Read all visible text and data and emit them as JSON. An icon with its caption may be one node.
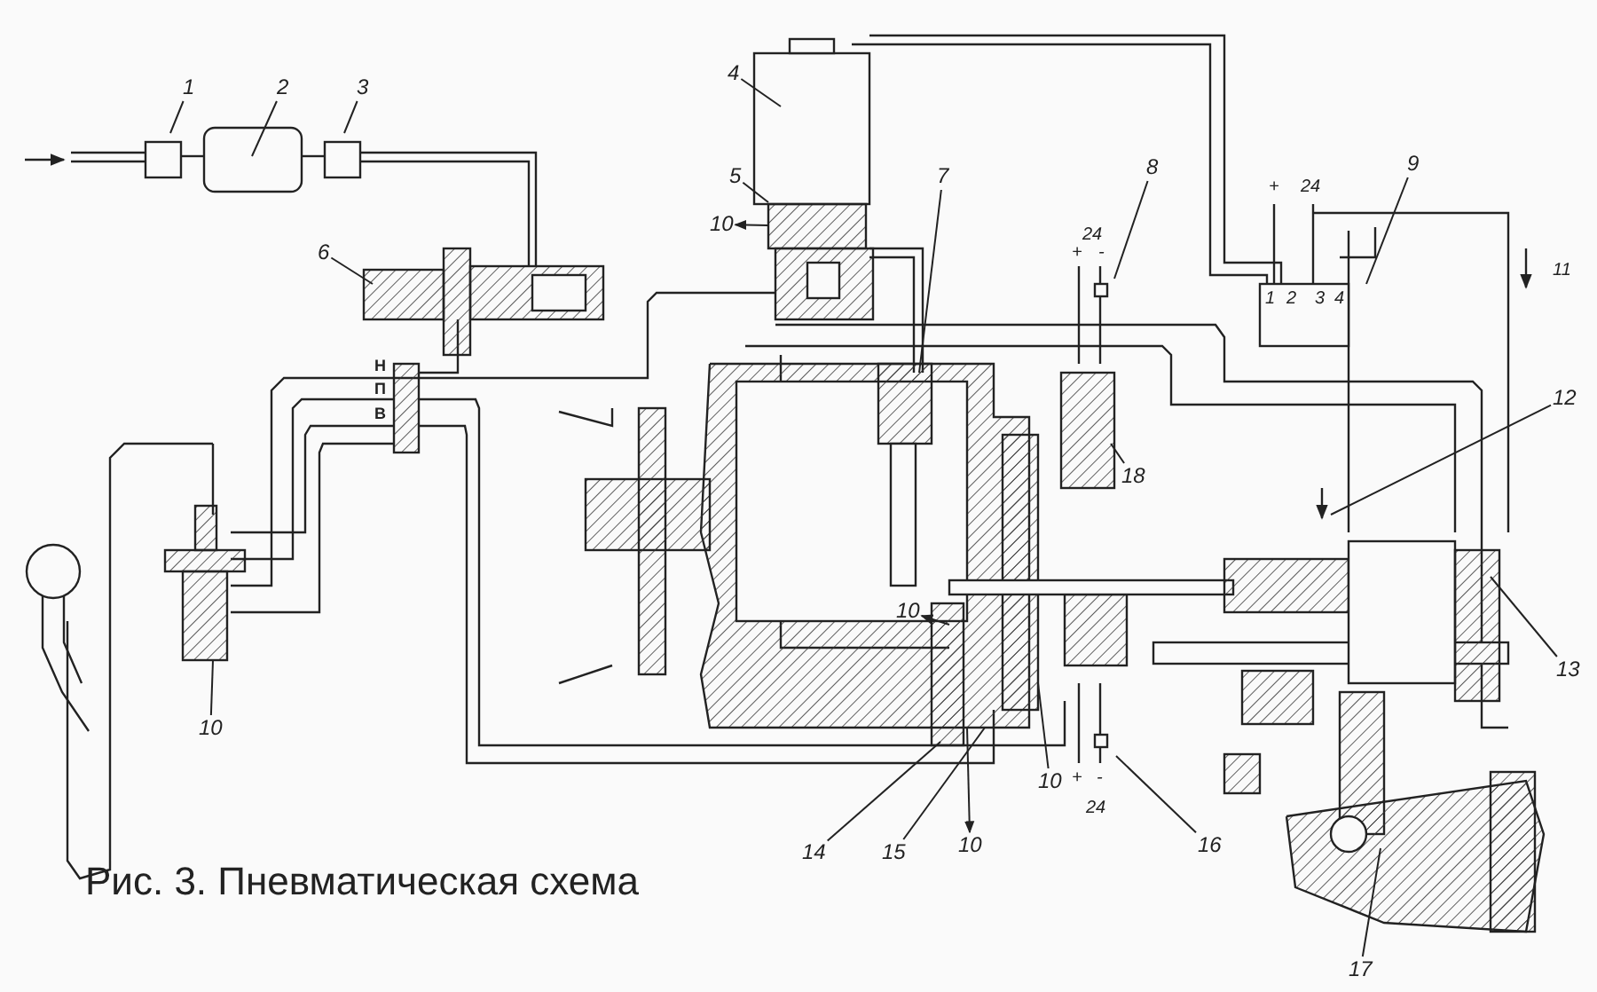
{
  "diagram": {
    "caption": "Рис. 3. Пневматическая схема",
    "nodes": [
      {
        "text": [
          "1"
        ]
      },
      {
        "text": [
          "2"
        ]
      },
      {
        "text": [
          "3"
        ]
      },
      {
        "text": [
          "4"
        ]
      },
      {
        "text": [
          "5"
        ]
      },
      {
        "text": [
          "10"
        ]
      },
      {
        "text": [
          "6"
        ]
      },
      {
        "text": [
          "7"
        ]
      },
      {
        "text": [
          "8"
        ]
      },
      {
        "text": [
          "9"
        ]
      },
      {
        "text": [
          "12"
        ]
      },
      {
        "text": [
          "13"
        ]
      },
      {
        "text": [
          "10"
        ]
      },
      {
        "text": [
          "10"
        ]
      },
      {
        "text": [
          "18"
        ]
      },
      {
        "text": [
          "14"
        ]
      },
      {
        "text": [
          "15"
        ]
      },
      {
        "text": [
          "10"
        ]
      },
      {
        "text": [
          "10"
        ]
      },
      {
        "text": [
          "16"
        ]
      },
      {
        "text": [
          "17"
        ]
      }
    ],
    "edges": [
      {
        "from": 0,
        "to": null,
        "arrow": "none"
      },
      {
        "from": 1,
        "to": null,
        "arrow": "none"
      },
      {
        "from": 2,
        "to": null,
        "arrow": "none"
      },
      {
        "from": 3,
        "to": null,
        "arrow": "none"
      },
      {
        "from": 4,
        "to": null,
        "arrow": "none"
      },
      {
        "from": null,
        "to": 5,
        "arrow": "to"
      },
      {
        "from": 6,
        "to": null,
        "arrow": "none"
      },
      {
        "from": 7,
        "to": null,
        "arrow": "none"
      },
      {
        "from": 8,
        "to": null,
        "arrow": "none"
      },
      {
        "from": 9,
        "to": null,
        "arrow": "none"
      },
      {
        "from": 10,
        "to": null,
        "arrow": "none"
      },
      {
        "from": 11,
        "to": null,
        "arrow": "none"
      },
      {
        "from": 12,
        "to": null,
        "arrow": "none"
      },
      {
        "from": null,
        "to": 13,
        "arrow": "to"
      },
      {
        "from": 14,
        "to": null,
        "arrow": "none"
      },
      {
        "from": 15,
        "to": null,
        "arrow": "none"
      },
      {
        "from": 16,
        "to": null,
        "arrow": "none"
      },
      {
        "from": null,
        "to": 17,
        "arrow": "to"
      },
      {
        "from": 18,
        "to": null,
        "arrow": "none"
      },
      {
        "from": 19,
        "to": null,
        "arrow": "none"
      },
      {
        "from": 20,
        "to": null,
        "arrow": "none"
      }
    ],
    "labels": [
      "+",
      "24",
      "1",
      "2",
      "3",
      "4",
      "11",
      "24",
      "+",
      "-",
      "Н",
      "П",
      "В",
      "+",
      "-",
      "24"
    ]
  }
}
